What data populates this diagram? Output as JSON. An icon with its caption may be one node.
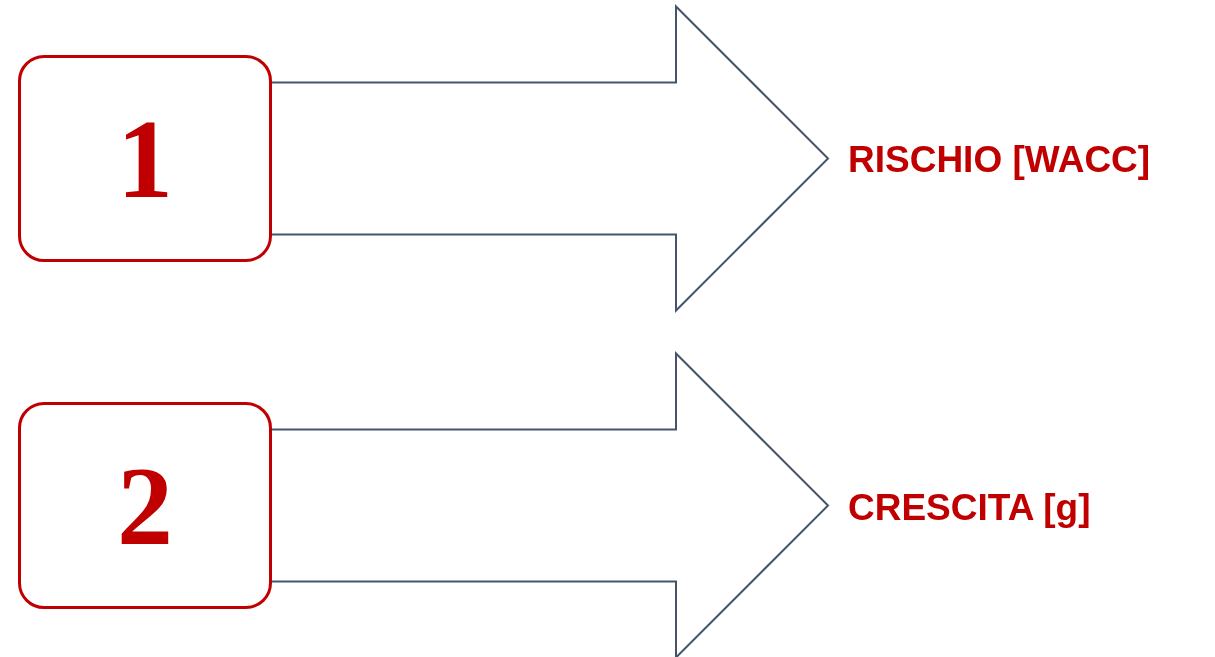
{
  "diagram": {
    "nodes": [
      {
        "text": [
          "1"
        ]
      },
      {
        "text": [
          "2"
        ]
      },
      {
        "text": [
          "RISCHIO [WACC]"
        ]
      },
      {
        "text": [
          "CRESCITA [g]"
        ]
      }
    ],
    "edges": [
      {
        "from": 0,
        "to": 2,
        "arrow": "to"
      },
      {
        "from": 1,
        "to": 3,
        "arrow": "to"
      }
    ]
  }
}
